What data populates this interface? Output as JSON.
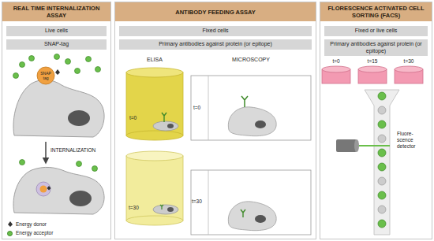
{
  "diagram": {
    "nodes": [
      {
        "text": [
          "REAL TIME INTERNALIZATION ASSAY"
        ]
      },
      {
        "text": [
          "Live cells"
        ],
        "in": 0
      },
      {
        "text": [
          "SNAP-tag"
        ],
        "in": 0
      },
      {
        "text": [
          "ANTIBODY FEEDING ASSAY"
        ]
      },
      {
        "text": [
          "Fixed cells"
        ],
        "in": 3
      },
      {
        "text": [
          "Primary antibodies against protein (or epitope)"
        ],
        "in": 3
      },
      {
        "text": [
          "FLORESCENCE ACTIVATED CELL SORTING (FACS)"
        ]
      },
      {
        "text": [
          "Fixed or live cells"
        ],
        "in": 6
      },
      {
        "text": [
          "Primary antibodies against protein (or epitope)"
        ],
        "in": 6
      }
    ],
    "labels": [
      "SNAP tag",
      "INTERNALIZATION",
      "ELISA",
      "MICROSCOPY",
      "t=0",
      "t=30",
      "t=0",
      "t=30",
      "t=0",
      "t=15",
      "t=30",
      "Fluore- scence detector"
    ],
    "legend": [
      {
        "text": "Energy donor"
      },
      {
        "text": "Energy acceptor",
        "color": "#6abf4b"
      }
    ]
  }
}
